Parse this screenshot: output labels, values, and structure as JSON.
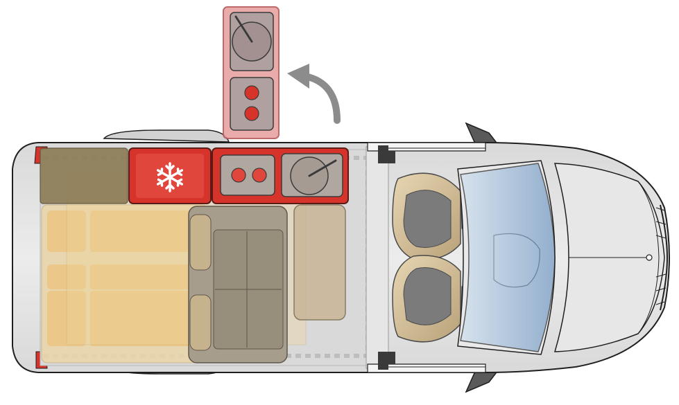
{
  "diagram": {
    "kind": "camper-van-floorplan-top-view",
    "view": "top-down",
    "colors": {
      "body": "#e3e3e3",
      "body_outline": "#1f1f1f",
      "interior_floor": "#d6d6d6",
      "kitchen_red": "#d6332a",
      "kitchen_highlight": "#e8a3a3",
      "bed_cushion": "#e9c27a",
      "bench_seat": "#a79d8c",
      "cabinet": "#8c7b55",
      "cab_glass": "#9fc0dc",
      "arrow": "#8c8c8c",
      "seat_leather": "#d9c29a",
      "seat_dark": "#6e6e6e"
    },
    "icons": [
      "snowflake-icon",
      "stove-burner-icon",
      "sink-icon",
      "curved-arrow-icon"
    ],
    "components": [
      "fridge",
      "two-burner-stove",
      "round-sink",
      "fold-out-kitchen-module",
      "rear-bed",
      "bench-seat",
      "table",
      "driver-seat",
      "passenger-seat",
      "side-mirror-left",
      "side-mirror-right",
      "windshield"
    ]
  }
}
